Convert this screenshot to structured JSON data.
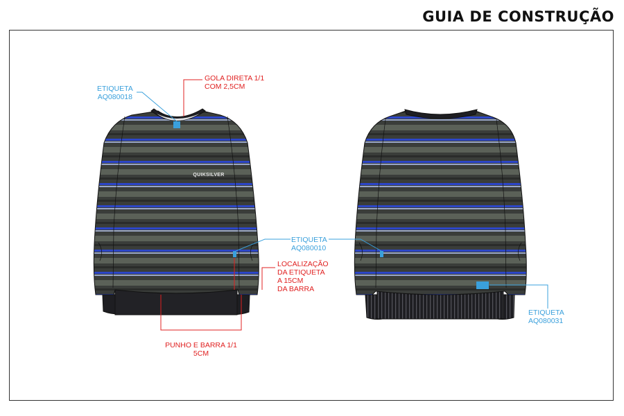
{
  "title": "GUIA DE CONSTRUÇÃO",
  "logo_text": "QUIKSILVER",
  "colors": {
    "body": "#3a3d3a",
    "stripe_blue": "#2c46c8",
    "stripe_gray": "#5b6158",
    "rib": "#1e1e22",
    "callout_blue": "#3aa0dc",
    "callout_red": "#e02020"
  },
  "annotations": {
    "label_collar": {
      "line1": "ETIQUETA",
      "line2": "AQ080018"
    },
    "collar_spec": {
      "line1": "GOLA DIRETA 1/1",
      "line2": "COM 2,5CM"
    },
    "label_side": {
      "line1": "ETIQUETA",
      "line2": "AQ080010"
    },
    "label_location": {
      "line1": "LOCALIZAÇÃO",
      "line2": "DA ETIQUETA",
      "line3": "A 15CM",
      "line4": "DA BARRA"
    },
    "cuff_spec": {
      "line1": "PUNHO E BARRA 1/1",
      "line2": "5CM"
    },
    "label_back": {
      "line1": "ETIQUETA",
      "line2": "AQ080031"
    }
  }
}
